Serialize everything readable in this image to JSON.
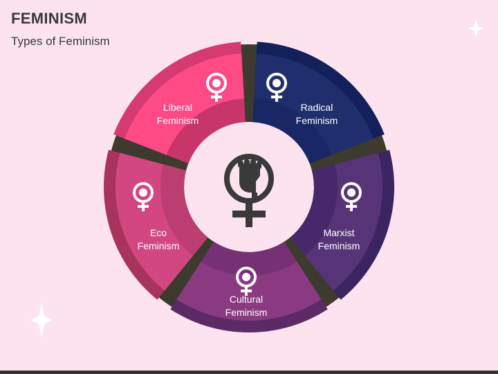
{
  "title": "FEMINISM",
  "subtitle": "Types of Feminism",
  "segments": [
    {
      "line1": "Liberal",
      "line2": "Feminism",
      "icon": "liberal-feminism-icon",
      "outer": "#d63a72",
      "inner": "#ff4a86",
      "ring": "#c8356a"
    },
    {
      "line1": "Radical",
      "line2": "Feminism",
      "icon": "radical-feminism-icon",
      "outer": "#13205a",
      "inner": "#1f2f6e",
      "ring": "#182766"
    },
    {
      "line1": "Marxist",
      "line2": "Feminism",
      "icon": "marxist-feminism-icon",
      "outer": "#3b2560",
      "inner": "#573478",
      "ring": "#47296a"
    },
    {
      "line1": "Cultural",
      "line2": "Feminism",
      "icon": "cultural-feminism-icon",
      "outer": "#5c2a66",
      "inner": "#8a3a80",
      "ring": "#763174"
    },
    {
      "line1": "Eco",
      "line2": "Feminism",
      "icon": "eco-feminism-icon",
      "outer": "#a8345e",
      "inner": "#d34780",
      "ring": "#bc3d70"
    }
  ],
  "colors": {
    "background": "#fde3f0",
    "divider": "#3d3a2e",
    "center_icon": "#3a3a3a"
  },
  "center_icon": "raised-fist-venus-icon"
}
